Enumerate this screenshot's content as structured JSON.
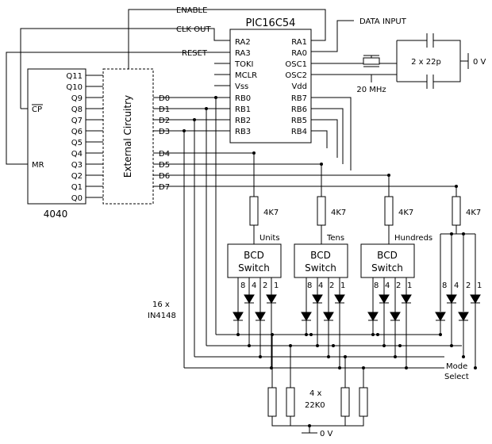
{
  "chips": {
    "pic": {
      "name": "PIC16C54",
      "left_pins": [
        "RA2",
        "RA3",
        "TOKI",
        "MCLR",
        "Vss",
        "RB0",
        "RB1",
        "RB2",
        "RB3"
      ],
      "right_pins": [
        "RA1",
        "RA0",
        "OSC1",
        "OSC2",
        "Vdd",
        "RB7",
        "RB6",
        "RB5",
        "RB4"
      ]
    },
    "counter": {
      "name": "4040",
      "outputs": [
        "Q11",
        "Q10",
        "Q9",
        "Q8",
        "Q7",
        "Q6",
        "Q5",
        "Q4",
        "Q3",
        "Q2",
        "Q1",
        "Q0"
      ],
      "inputs": [
        "CP",
        "MR"
      ]
    },
    "external": {
      "label": "External Circuitry"
    }
  },
  "signals": {
    "enable": "ENABLE",
    "clk_out": "CLK OUT",
    "reset": "RESET",
    "data_input": "DATA INPUT",
    "data_lines": [
      "D0",
      "D1",
      "D2",
      "D3",
      "D4",
      "D5",
      "D6",
      "D7"
    ]
  },
  "components": {
    "crystal": "20 MHz",
    "caps": "2 x 22p",
    "ground_top": "0 V",
    "ground_bottom": "0 V",
    "pullups": [
      "4K7",
      "4K7",
      "4K7",
      "4K7"
    ],
    "switch_line1": "BCD",
    "switch_line2": "Switch",
    "switch_names": [
      "Units",
      "Tens",
      "Hundreds"
    ],
    "bcd_weights": [
      "8",
      "4",
      "2",
      "1"
    ],
    "diodes_line1": "16 x",
    "diodes_line2": "IN4148",
    "mode_line1": "Mode",
    "mode_line2": "Select",
    "resistors_line1": "4 x",
    "resistors_line2": "22K0"
  }
}
